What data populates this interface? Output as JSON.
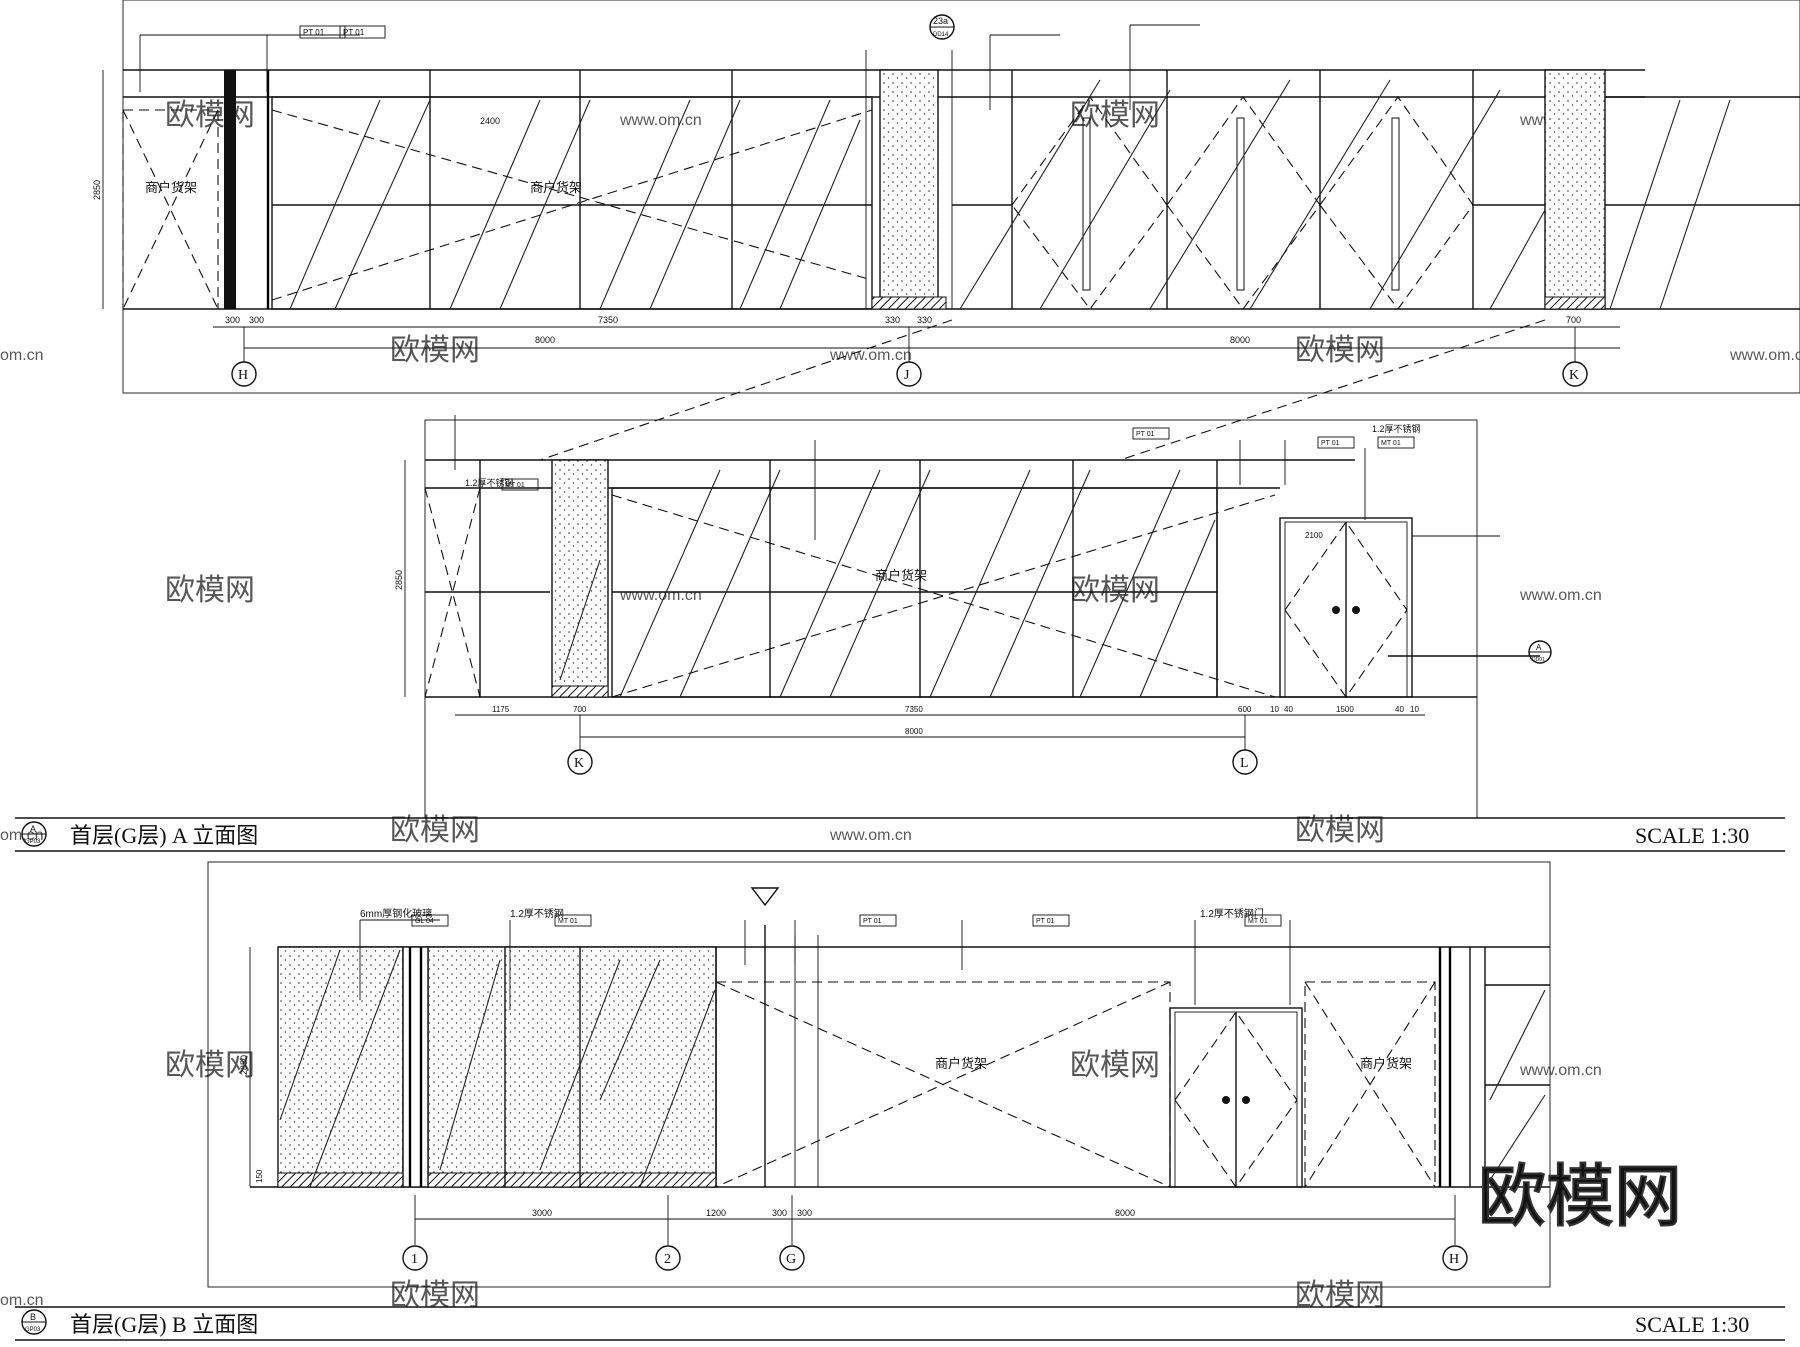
{
  "drawings": {
    "a": {
      "title": "首层(G层) A 立面图",
      "symbol_letter": "A",
      "symbol_sheet": "GP03",
      "scale": "SCALE 1:30"
    },
    "b": {
      "title": "首层(G层) B 立面图",
      "symbol_letter": "B",
      "symbol_sheet": "GP03",
      "scale": "SCALE 1:30"
    }
  },
  "grid_labels": {
    "h": "H",
    "j": "J",
    "k": "K",
    "l": "L",
    "one": "1",
    "two": "2",
    "g": "G"
  },
  "dims": {
    "d300": "300",
    "d7350": "7350",
    "d8000": "8000",
    "d330": "330",
    "d700": "700",
    "d2850": "2850",
    "d2400": "2400",
    "d1175": "1175",
    "d600": "600",
    "d10": "10",
    "d40": "40",
    "d1500": "1500",
    "d2100": "2100",
    "d3000": "3000",
    "d1200": "1200",
    "d150": "150"
  },
  "labels": {
    "shelf": "商户货架",
    "steel_label": "1.2厚不锈钢",
    "glass_label": "6mm厚钢化玻璃",
    "door_label": "1.2厚不锈钢门",
    "detail_23a": "23a",
    "detail_sheet_dd": "DD14",
    "detail_a_letter": "A",
    "detail_a_sheet": "DD01"
  },
  "material_tags": {
    "pt01": "PT 01",
    "mt01": "MT 01",
    "gl04": "GL 04"
  },
  "watermark": {
    "brand": "欧模网",
    "url": "www.om.cn",
    "short": "om.cn"
  }
}
